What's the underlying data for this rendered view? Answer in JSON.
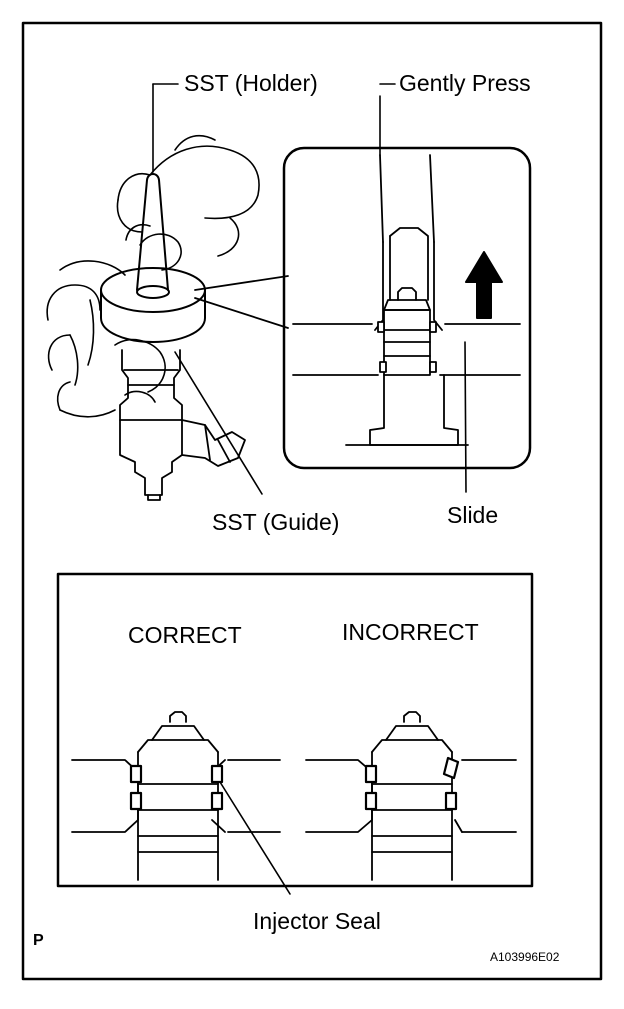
{
  "labels": {
    "sst_holder": "SST (Holder)",
    "gently_press": "Gently Press",
    "sst_guide": "SST (Guide)",
    "slide": "Slide",
    "correct": "CORRECT",
    "incorrect": "INCORRECT",
    "injector_seal": "Injector Seal",
    "page_marker": "P",
    "figure_code": "A103996E02"
  },
  "icons": {
    "hands": "hand-drawing",
    "injector": "fuel-injector",
    "guide": "sst-guide-ring",
    "holder": "sst-holder-cone",
    "arrow": "up-arrow-icon"
  }
}
